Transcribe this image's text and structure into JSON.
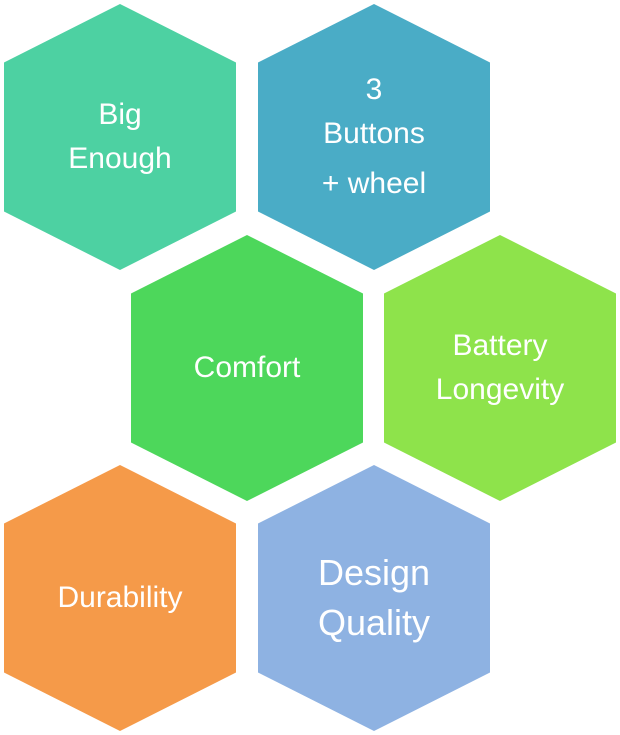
{
  "hexagons": {
    "big_enough": {
      "lines": [
        "Big",
        "Enough"
      ],
      "color": "#4dd1a2"
    },
    "buttons": {
      "lines": [
        "3",
        "Buttons",
        "+ wheel"
      ],
      "color": "#4aacc6"
    },
    "comfort": {
      "lines": [
        "Comfort"
      ],
      "color": "#4dd75b"
    },
    "battery": {
      "lines": [
        "Battery",
        "Longevity"
      ],
      "color": "#8ee34b"
    },
    "durability": {
      "lines": [
        "Durability"
      ],
      "color": "#f59a49"
    },
    "design": {
      "lines": [
        "Design",
        "Quality"
      ],
      "color": "#8eb2e2"
    }
  }
}
